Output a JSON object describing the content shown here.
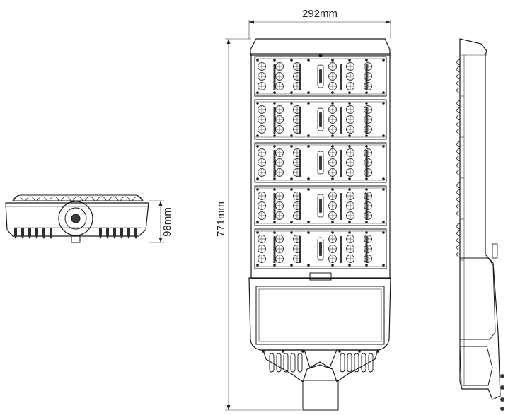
{
  "dimensions": {
    "width_label": "292mm",
    "height_label": "771mm",
    "depth_label": "98mm"
  },
  "views": {
    "end_view": "end-view",
    "front_view": "front-view",
    "side_view": "side-view"
  },
  "colors": {
    "line": "#1a1a1a",
    "module_fill": "#f4f4f4",
    "dark_fill": "#3a3a3a"
  },
  "front": {
    "module_count": 5,
    "led_columns": 6,
    "led_rows": 3
  }
}
